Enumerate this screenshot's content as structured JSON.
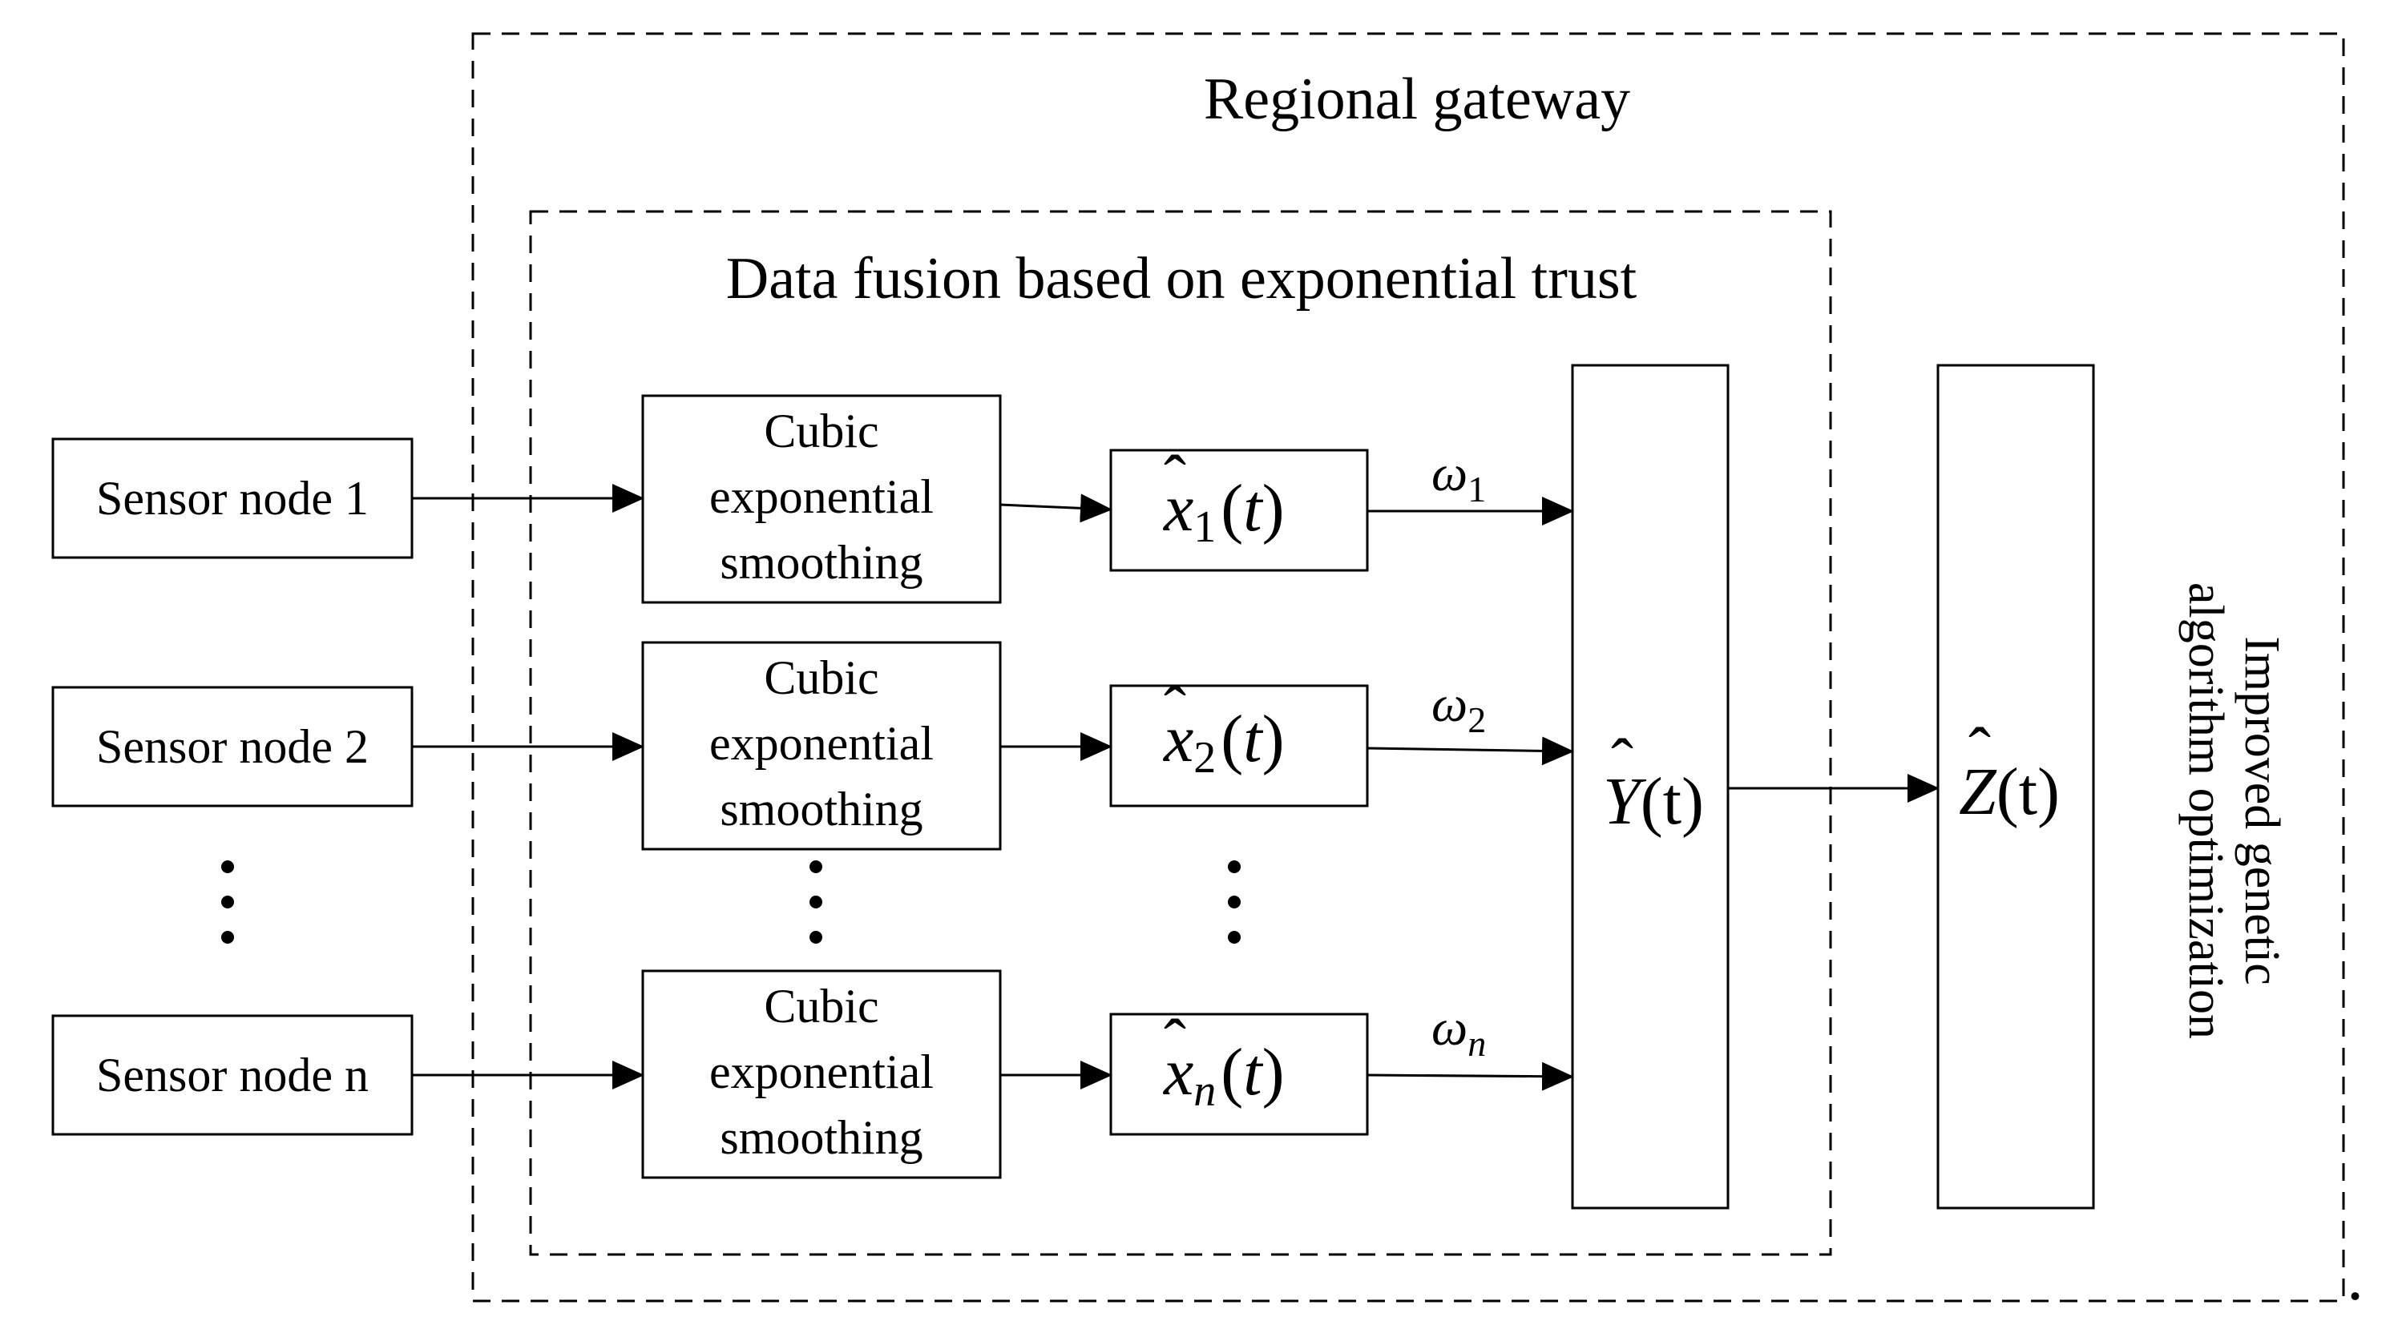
{
  "regional_gateway": {
    "title": "Regional gateway"
  },
  "fusion": {
    "title": "Data fusion based on exponential trust"
  },
  "sensor_nodes": [
    {
      "label": "Sensor node 1"
    },
    {
      "label": "Sensor node 2"
    },
    {
      "label": "Sensor node n"
    }
  ],
  "smoothing_blocks": [
    {
      "lines": [
        "Cubic",
        "exponential",
        "smoothing"
      ]
    },
    {
      "lines": [
        "Cubic",
        "exponential",
        "smoothing"
      ]
    },
    {
      "lines": [
        "Cubic",
        "exponential",
        "smoothing"
      ]
    }
  ],
  "estimates": [
    {
      "var": "x",
      "sub": "1",
      "arg": "t"
    },
    {
      "var": "x",
      "sub": "2",
      "arg": "t"
    },
    {
      "var": "x",
      "sub": "n",
      "arg": "t"
    }
  ],
  "weights": [
    {
      "sym": "ω",
      "sub": "1"
    },
    {
      "sym": "ω",
      "sub": "2"
    },
    {
      "sym": "ω",
      "sub": "n"
    }
  ],
  "fused_output": {
    "var": "Y",
    "arg": "(t)"
  },
  "optimized_output": {
    "var": "Z",
    "arg": "(t)"
  },
  "optimizer": {
    "lines": [
      "Improved genetic",
      "algorithm optimization"
    ]
  },
  "trailing_mark": "."
}
